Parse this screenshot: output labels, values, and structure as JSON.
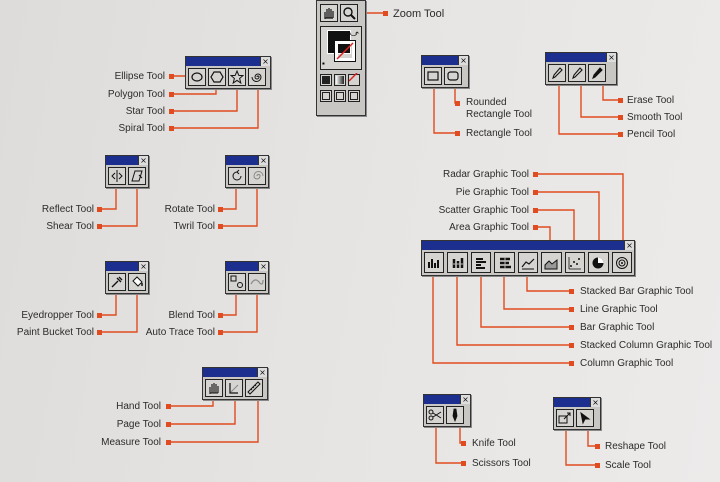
{
  "toolbox": {
    "zoom_label": "Zoom Tool"
  },
  "groups": {
    "shapes": {
      "labels": [
        "Ellipse Tool",
        "Polygon Tool",
        "Star Tool",
        "Spiral Tool"
      ],
      "icons": [
        "ellipse-icon",
        "polygon-icon",
        "star-icon",
        "spiral-icon"
      ]
    },
    "reflect": {
      "labels": [
        "Reflect Tool",
        "Shear Tool"
      ],
      "icons": [
        "reflect-icon",
        "shear-icon"
      ]
    },
    "rotate": {
      "labels": [
        "Rotate Tool",
        "Twril Tool"
      ],
      "icons": [
        "rotate-icon",
        "twirl-icon"
      ]
    },
    "eyedropper": {
      "labels": [
        "Eyedropper Tool",
        "Paint Bucket Tool"
      ],
      "icons": [
        "eyedropper-icon",
        "paint-bucket-icon"
      ]
    },
    "blend": {
      "labels": [
        "Blend Tool",
        "Auto Trace Tool"
      ],
      "icons": [
        "blend-icon",
        "auto-trace-icon"
      ]
    },
    "hand": {
      "labels": [
        "Hand Tool",
        "Page Tool",
        "Measure Tool"
      ],
      "icons": [
        "hand-icon",
        "page-icon",
        "measure-icon"
      ]
    },
    "rectangle": {
      "labels": [
        "Rounded Rectangle Tool",
        "Rectangle Tool"
      ],
      "icons": [
        "rectangle-icon",
        "rounded-rectangle-icon"
      ]
    },
    "pencil": {
      "labels": [
        "Erase Tool",
        "Smooth Tool",
        "Pencil Tool"
      ],
      "icons": [
        "pencil-icon",
        "smooth-icon",
        "erase-icon"
      ]
    },
    "graph": {
      "top_labels": [
        "Radar Graphic Tool",
        "Pie Graphic Tool",
        "Scatter Graphic Tool",
        "Area Graphic Tool"
      ],
      "bottom_labels": [
        "Stacked Bar Graphic Tool",
        "Line Graphic Tool",
        "Bar Graphic Tool",
        "Stacked Column Graphic Tool",
        "Column Graphic Tool"
      ],
      "icons": [
        "column-graph-icon",
        "stacked-column-graph-icon",
        "bar-graph-icon",
        "stacked-bar-graph-icon",
        "line-graph-icon",
        "area-graph-icon",
        "scatter-graph-icon",
        "pie-graph-icon",
        "radar-graph-icon"
      ]
    },
    "scissors": {
      "labels": [
        "Knife Tool",
        "Scissors Tool"
      ],
      "icons": [
        "scissors-icon",
        "knife-icon"
      ]
    },
    "scale": {
      "labels": [
        "Reshape Tool",
        "Scale Tool"
      ],
      "icons": [
        "scale-icon",
        "reshape-icon"
      ]
    }
  },
  "colors": {
    "title_bar": "#1c2f8f",
    "leader": "#e04b1f",
    "panel": "#c9c7c4"
  }
}
